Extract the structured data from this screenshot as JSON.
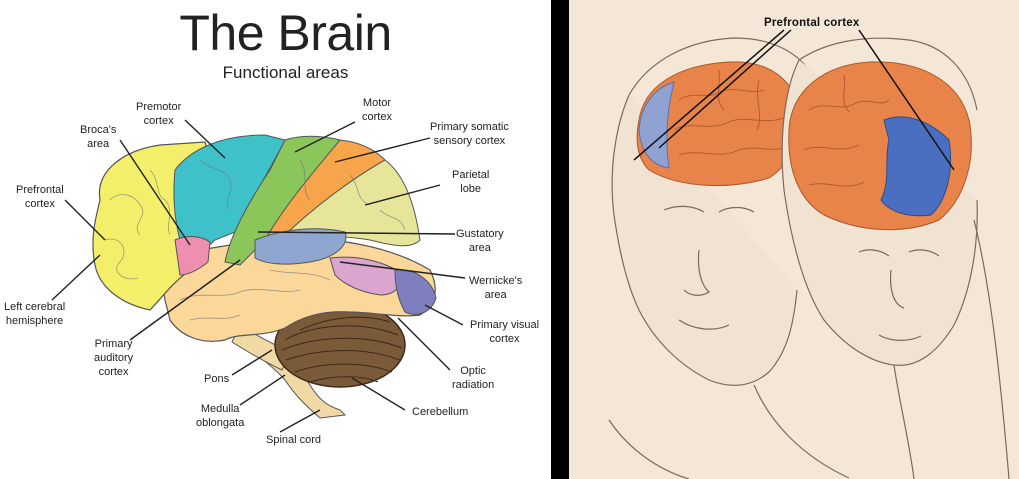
{
  "left": {
    "title": "The Brain",
    "subtitle": "Functional areas",
    "labels": {
      "premotor": "Premotor\ncortex",
      "motor": "Motor\ncortex",
      "broca": "Broca's\narea",
      "somatic": "Primary somatic\nsensory cortex",
      "prefrontal": "Prefrontal\ncortex",
      "parietal": "Parietal\nlobe",
      "gustatory": "Gustatory\narea",
      "wernicke": "Wernicke's\narea",
      "hemisphere": "Left cerebral\nhemisphere",
      "visual": "Primary visual\ncortex",
      "auditory": "Primary\nauditory\ncortex",
      "optic": "Optic\nradiation",
      "pons": "Pons",
      "cerebellum": "Cerebellum",
      "medulla": "Medulla\noblongata",
      "spinal": "Spinal cord"
    }
  },
  "right": {
    "label": "Prefrontal cortex"
  },
  "colors": {
    "frontal_yellow": "#f4ef6a",
    "premotor_teal": "#3fc1c9",
    "motor_green": "#8ac65a",
    "somatic_orange": "#f6a54a",
    "parietal_pale": "#e6e59a",
    "temporal_peach": "#fbd79a",
    "broca_pink": "#ef8fb0",
    "auditory_blue": "#8fa7d0",
    "wernicke_pink": "#dba5cf",
    "visual_purple": "#7f7fc0",
    "cerebellum_brown": "#7b5a3a",
    "brainstem_tan": "#f1d9a3",
    "illus_orange": "#e8834a",
    "illus_blue": "#4a6fc0",
    "skin_bg": "#f4e7d7"
  }
}
